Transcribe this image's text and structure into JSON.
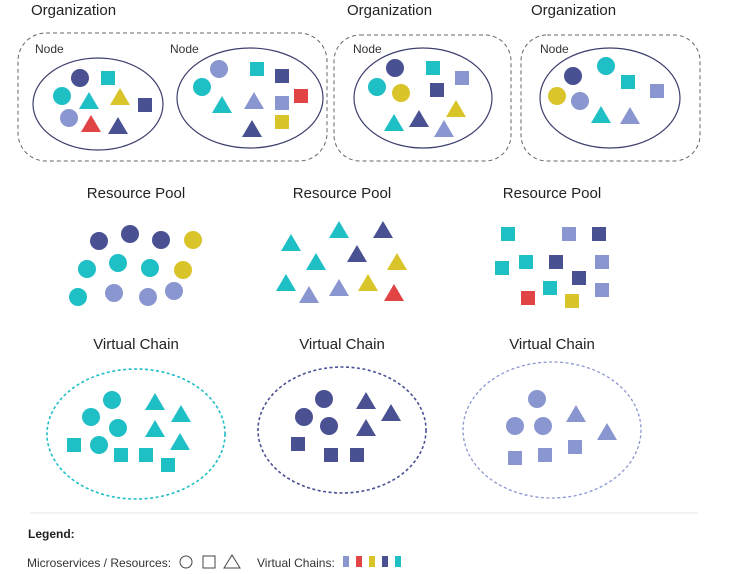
{
  "colors": {
    "teal": "#1fbfc6",
    "navy": "#4a5193",
    "lavender": "#8a96d0",
    "yellow": "#d9c42a",
    "red": "#e04444",
    "outline": "#3d3f6e"
  },
  "organizations": [
    {
      "title": "Organization",
      "nodes": [
        {
          "label": "Node"
        },
        {
          "label": "Node"
        }
      ]
    },
    {
      "title": "Organization",
      "nodes": [
        {
          "label": "Node"
        }
      ]
    },
    {
      "title": "Organization",
      "nodes": [
        {
          "label": "Node"
        }
      ]
    }
  ],
  "resource_pools": [
    {
      "title": "Resource Pool",
      "shape": "circle"
    },
    {
      "title": "Resource Pool",
      "shape": "triangle"
    },
    {
      "title": "Resource Pool",
      "shape": "square"
    }
  ],
  "virtual_chains": [
    {
      "title": "Virtual Chain",
      "color": "teal"
    },
    {
      "title": "Virtual Chain",
      "color": "navy"
    },
    {
      "title": "Virtual Chain",
      "color": "lavender"
    }
  ],
  "legend": {
    "heading": "Legend:",
    "microservices_label": "Microservices / Resources:",
    "shapes": [
      "circle",
      "square",
      "triangle"
    ],
    "chains_label": "Virtual Chains:",
    "chain_colors": [
      "lavender",
      "red",
      "yellow",
      "navy",
      "teal"
    ]
  }
}
